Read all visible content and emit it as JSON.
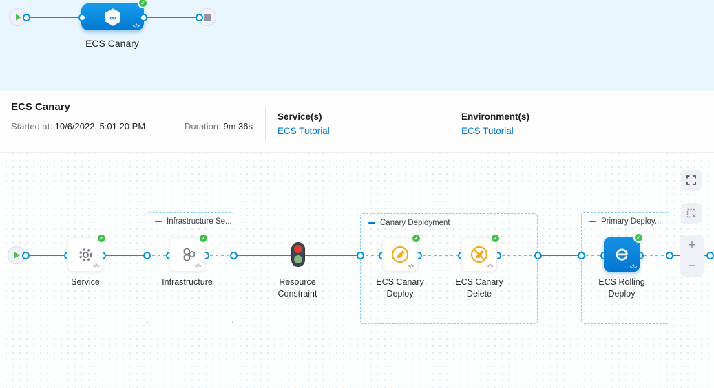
{
  "colors": {
    "accent_blue": "#0092E4",
    "link_blue": "#0278D5",
    "success_green": "#3DC24B",
    "canary_orange": "#F6A71B",
    "traffic_red": "#E23A2E",
    "traffic_green": "#7FB97F",
    "minimap_background": "#E9F6FD"
  },
  "icons": {
    "check_glyph": "✓",
    "code_glyph": "</>"
  },
  "minimap": {
    "pipeline_label": "ECS Canary",
    "start_icon": "play-icon",
    "end_icon": "stop-icon"
  },
  "summary": {
    "title": "ECS Canary",
    "started_label": "Started at:",
    "started_value": "10/6/2022, 5:01:20 PM",
    "duration_label": "Duration:",
    "duration_value": "9m 36s",
    "services_label": "Service(s)",
    "services_value": "ECS Tutorial",
    "environments_label": "Environment(s)",
    "environments_value": "ECS Tutorial"
  },
  "canvas": {
    "groups": [
      {
        "label": "Infrastructure Se..."
      },
      {
        "label": "Canary Deployment"
      },
      {
        "label": "Primary Deploy..."
      }
    ],
    "nodes": [
      {
        "label": "Service",
        "icon": "gear-icon",
        "status": "success"
      },
      {
        "label": "Infrastructure",
        "icon": "hexagon-cluster-icon",
        "status": "success"
      },
      {
        "label": "Resource Constraint",
        "icon": "traffic-light-icon"
      },
      {
        "label": "ECS Canary Deploy",
        "icon": "canary-bird-icon",
        "status": "success"
      },
      {
        "label": "ECS Canary Delete",
        "icon": "canary-bird-delete-icon",
        "status": "success"
      },
      {
        "label": "ECS Rolling Deploy",
        "icon": "ecs-rolling-icon",
        "status": "success"
      }
    ],
    "controls": {
      "zoom_in": "+",
      "zoom_out": "−"
    }
  }
}
